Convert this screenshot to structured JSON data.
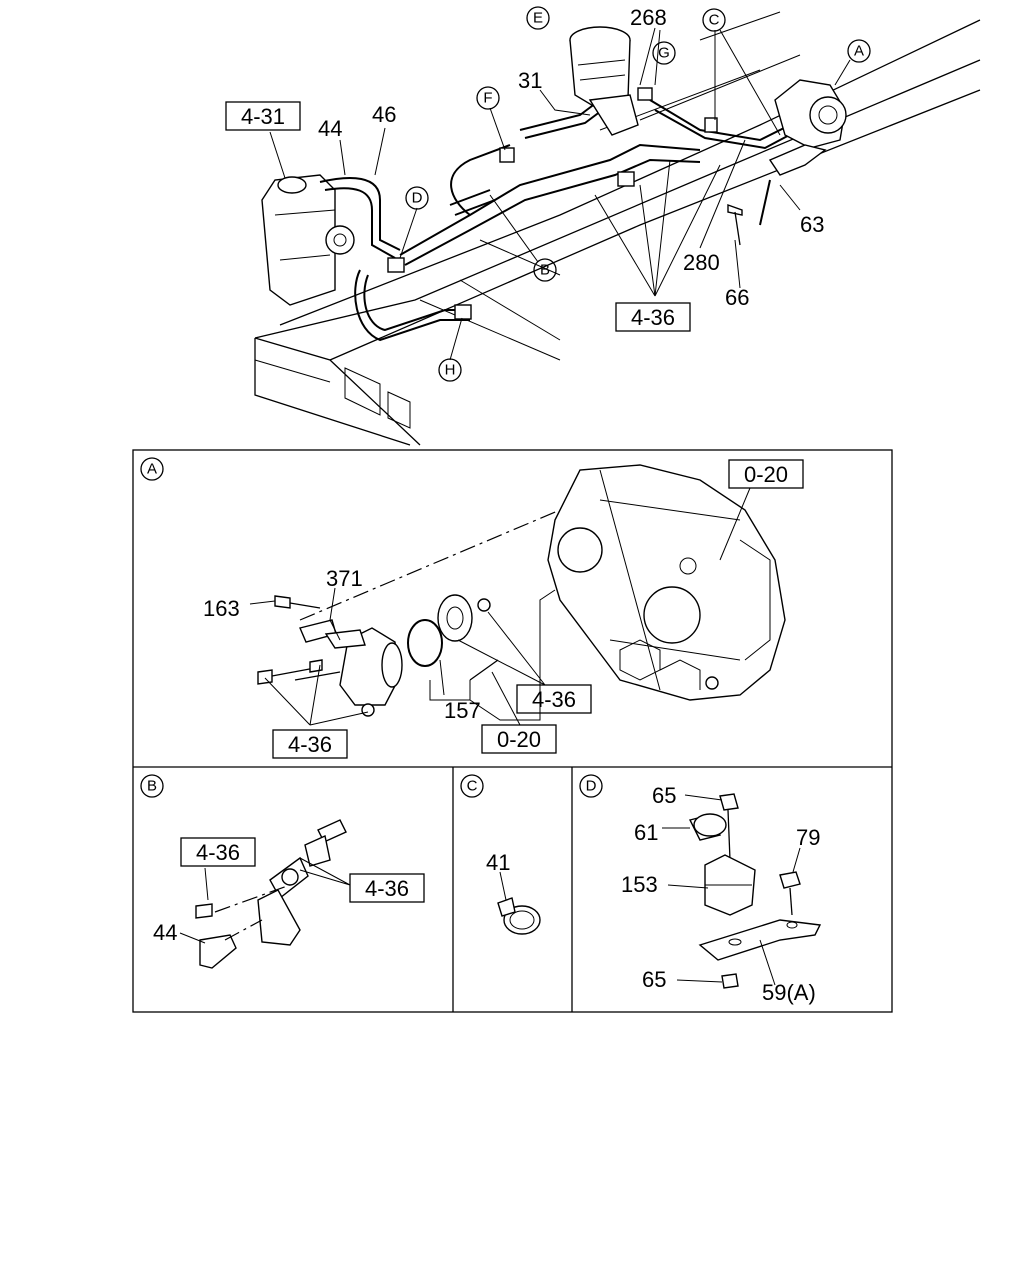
{
  "overview": {
    "part_numbers": {
      "p268": "268",
      "p31": "31",
      "p44": "44",
      "p46": "46",
      "p63": "63",
      "p280": "280",
      "p66": "66"
    },
    "ref_boxes": {
      "r431": "4-31",
      "r436": "4-36"
    },
    "callouts": {
      "E": "E",
      "G": "G",
      "C": "C",
      "A": "A",
      "F": "F",
      "D": "D",
      "B": "B",
      "H": "H"
    }
  },
  "detail_A": {
    "label": "A",
    "part_numbers": {
      "p371": "371",
      "p163": "163",
      "p157": "157"
    },
    "ref_boxes": {
      "r020_top": "0-20",
      "r436_right": "4-36",
      "r436_left": "4-36",
      "r020_bottom": "0-20"
    }
  },
  "detail_B": {
    "label": "B",
    "part_numbers": {
      "p44": "44"
    },
    "ref_boxes": {
      "r436_left": "4-36",
      "r436_right": "4-36"
    }
  },
  "detail_C": {
    "label": "C",
    "part_numbers": {
      "p41": "41"
    }
  },
  "detail_D": {
    "label": "D",
    "part_numbers": {
      "p65_top": "65",
      "p61": "61",
      "p79": "79",
      "p153": "153",
      "p65_bottom": "65",
      "p59": "59(A)"
    }
  }
}
